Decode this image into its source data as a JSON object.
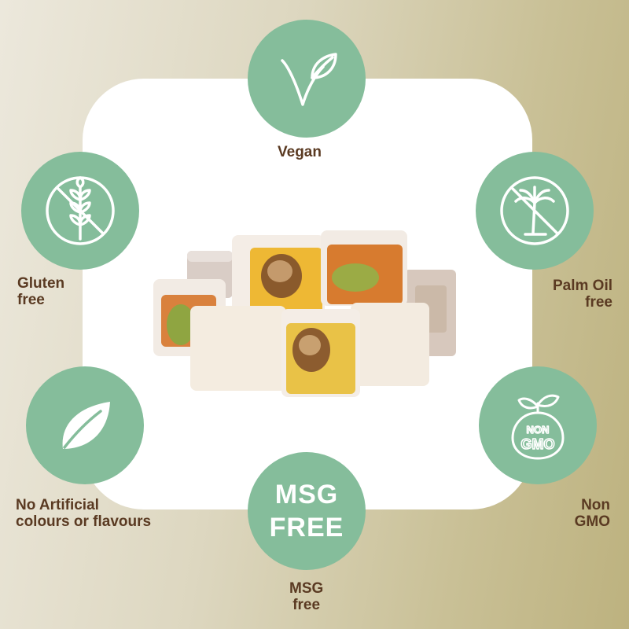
{
  "features": {
    "vegan": {
      "label": "Vegan",
      "icon": "vegan-v-leaf-icon"
    },
    "gluten": {
      "label_line1": "Gluten",
      "label_line2": "free",
      "icon": "no-wheat-icon"
    },
    "palm": {
      "label_line1": "Palm Oil",
      "label_line2": "free",
      "icon": "no-palm-tree-icon"
    },
    "artificial": {
      "label_line1": "No Artificial",
      "label_line2": "colours or flavours",
      "icon": "leaf-icon"
    },
    "gmo": {
      "label_line1": "Non",
      "label_line2": "GMO",
      "icon": "non-gmo-icon",
      "icon_text_top": "NON",
      "icon_text_bottom": "GMO"
    },
    "msg": {
      "label_line1": "MSG",
      "label_line2": "free",
      "icon": "msg-free-text-icon",
      "icon_text_top": "MSG",
      "icon_text_bottom": "FREE"
    }
  },
  "colors": {
    "badge": "#85bd9b",
    "label_text": "#5a3a22",
    "panel": "#ffffff"
  },
  "product_image": "turkish-delight-cubes"
}
